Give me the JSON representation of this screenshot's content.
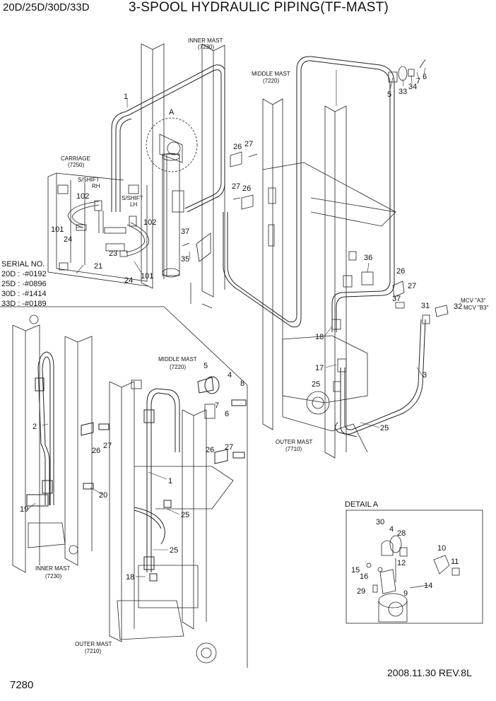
{
  "header": {
    "models": "20D/25D/30D/33D",
    "title": "3-SPOOL HYDRAULIC PIPING(TF-MAST)"
  },
  "serial": {
    "heading": "SERIAL NO.",
    "lines": [
      "20D : -#0192",
      "25D : -#0896",
      "30D : -#1414",
      "33D : -#0189"
    ]
  },
  "labels": {
    "inner_mast_top": "INNER MAST",
    "inner_mast_top_code": "(7230)",
    "middle_mast_top": "MIDDLE MAST",
    "middle_mast_top_code": "(7220)",
    "carriage": "CARRIAGE",
    "carriage_code": "(7250)",
    "sshift_rh": "S/SHIFT",
    "sshift_rh_side": "RH",
    "sshift_lh": "S/SHIFT",
    "sshift_lh_side": "LH",
    "detail_a_marker": "A",
    "mcv_a3": "MCV \"A3\"",
    "mcv_b3": "MCV \"B3\"",
    "outer_mast_right": "OUTER MAST",
    "outer_mast_right_code": "(7710)",
    "middle_mast_inset": "MIDDLE MAST",
    "middle_mast_inset_code": "(7220)",
    "inner_mast_inset": "INNER MAST",
    "inner_mast_inset_code": "(7230)",
    "outer_mast_inset": "OUTER MAST",
    "outer_mast_inset_code": "(7210)",
    "detail_a_title": "DETAIL A"
  },
  "part_numbers": {
    "p1a": "1",
    "p5a": "5",
    "p33a": "33",
    "p34a": "34",
    "p7a": "7",
    "p6a": "6",
    "p26a": "26",
    "p27a": "27",
    "p27b": "27",
    "p26b": "26",
    "p102a": "102",
    "p102b": "102",
    "p101a": "101",
    "p24a": "24",
    "p23a": "23",
    "p21a": "21",
    "p24b": "24",
    "p101b": "101",
    "p37a": "37",
    "p35a": "35",
    "p36a": "36",
    "p26c": "26",
    "p27c": "27",
    "p37b": "37",
    "p31a": "31",
    "p32a": "32",
    "p18a": "18",
    "p3a": "3",
    "p17a": "17",
    "p25a": "25",
    "p25b": "25",
    "p2a": "2",
    "p26d": "26",
    "p27d": "27",
    "p20a": "20",
    "p19a": "19",
    "p5b": "5",
    "p4a": "4",
    "p8a": "8",
    "p7b": "7",
    "p6b": "6",
    "p26e": "26",
    "p27e": "27",
    "p1b": "1",
    "p25c": "25",
    "p25d": "25",
    "p18b": "18",
    "p30a": "30",
    "p4b": "4",
    "p28a": "28",
    "p12a": "12",
    "p10a": "10",
    "p11a": "11",
    "p15a": "15",
    "p16a": "16",
    "p29a": "29",
    "p9a": "9",
    "p14a": "14"
  },
  "footer": {
    "page_number": "7280",
    "revision": "2008.11.30  REV.8L"
  }
}
